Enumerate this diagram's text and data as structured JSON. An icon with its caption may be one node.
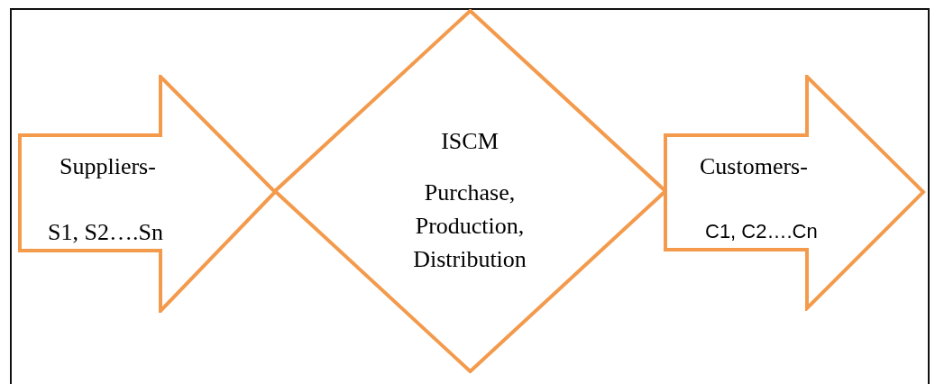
{
  "diagram": {
    "nodes": [
      {
        "text": [
          "Suppliers-",
          "S1, S2….Sn"
        ]
      },
      {
        "text": [
          "ISCM",
          "Purchase, Production, Distribution"
        ]
      },
      {
        "text": [
          "Customers-",
          "C1, C2….Cn"
        ]
      }
    ]
  }
}
